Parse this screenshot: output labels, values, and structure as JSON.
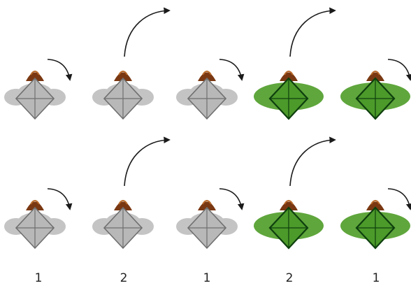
{
  "colors": {
    "gray_fill": "#c4c4c4",
    "gray_body": "#b8b8b8",
    "gray_stroke": "#6f6f6f",
    "green_fill": "#5fa63c",
    "green_body": "#4c9a2a",
    "green_stroke": "#0e3f0e",
    "head_fill": "#7a3812",
    "head_highlight": "#b86a2a",
    "arrow": "#1a1a1a"
  },
  "rows": [
    {
      "figures": [
        {
          "variant": "gray",
          "move": "turn"
        },
        {
          "variant": "gray",
          "move": "jump"
        },
        {
          "variant": "gray",
          "move": "turn"
        },
        {
          "variant": "green",
          "move": "jump"
        },
        {
          "variant": "green",
          "move": "turn"
        }
      ]
    },
    {
      "figures": [
        {
          "variant": "gray",
          "move": "turn"
        },
        {
          "variant": "gray",
          "move": "jump"
        },
        {
          "variant": "gray",
          "move": "turn"
        },
        {
          "variant": "green",
          "move": "jump"
        },
        {
          "variant": "green",
          "move": "turn"
        }
      ]
    }
  ],
  "step_labels": [
    "1",
    "2",
    "1",
    "2",
    "1"
  ]
}
